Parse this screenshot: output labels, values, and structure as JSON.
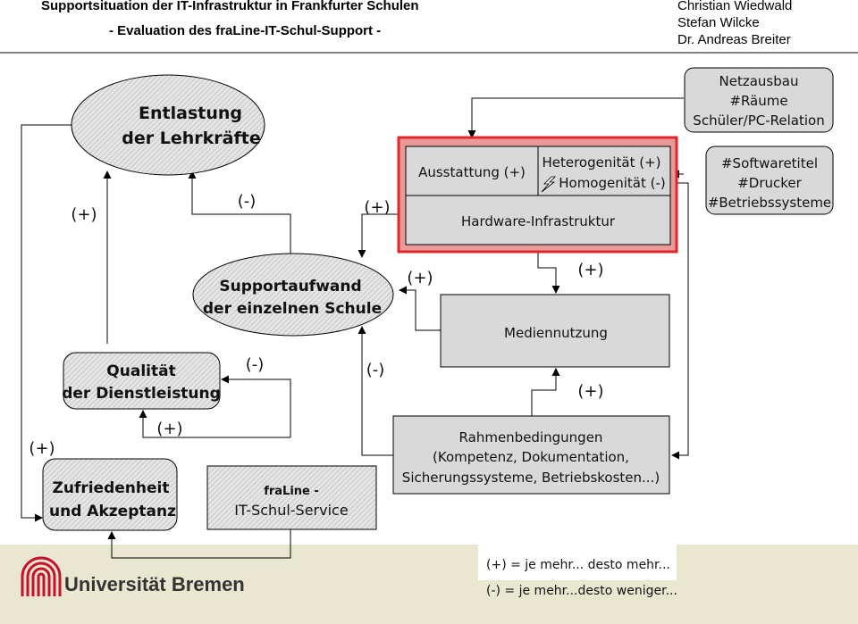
{
  "header": {
    "title": "Supportsituation der IT-Infrastruktur in Frankfurter Schulen",
    "subtitle": "- Evaluation des fraLine-IT-Schul-Support -",
    "authors": [
      "Christian Wiedwald",
      "Stefan Wilcke",
      "Dr. Andreas Breiter"
    ]
  },
  "nodes": {
    "entlastung": [
      "Entlastung",
      "der Lehrkräfte"
    ],
    "supportaufwand": [
      "Supportaufwand",
      "der einzelnen Schule"
    ],
    "qualitaet": [
      "Qualität",
      "der Dienstleistung"
    ],
    "zufriedenheit": [
      "Zufriedenheit",
      "und Akzeptanz"
    ],
    "fraline": [
      "fraLine -",
      "IT-Schul-Service"
    ],
    "ausstattung": "Ausstattung (+)",
    "heterogenitaet": "Heterogenität (+)",
    "homogenitaet": "Homogenität (-)",
    "hardware": "Hardware-Infrastruktur",
    "netzausbau": [
      "Netzausbau",
      "#Räume",
      "Schüler/PC-Relation"
    ],
    "software": [
      "#Softwaretitel",
      "#Drucker",
      "#Betriebssysteme"
    ],
    "mediennutzung": "Mediennutzung",
    "rahmen": [
      "Rahmenbedingungen",
      "(Kompetenz, Dokumentation,",
      "Sicherungssysteme, Betriebskosten...)"
    ]
  },
  "edge_labels": {
    "zufr_entl": "(+)",
    "supp_entl": "(-)",
    "hw_supp": "(+)",
    "med_supp": "(+)",
    "hw_med": "(+)",
    "fral_supp": "(-)",
    "rahm_supp": "(-)",
    "rahm_med": "(+)",
    "fral_qual": "(+)",
    "qual_zufr": "(+)"
  },
  "footer": {
    "university": "Universität Bremen",
    "legend": [
      "(+) = je mehr... desto mehr...",
      "(-) = je mehr...desto weniger..."
    ]
  },
  "colors": {
    "node_fill": "#d9d9d9",
    "hatch": "#bdbdbd",
    "highlight": "#e3262a",
    "footer_band": "#e9e7cf",
    "logo_red": "#c8102e"
  }
}
